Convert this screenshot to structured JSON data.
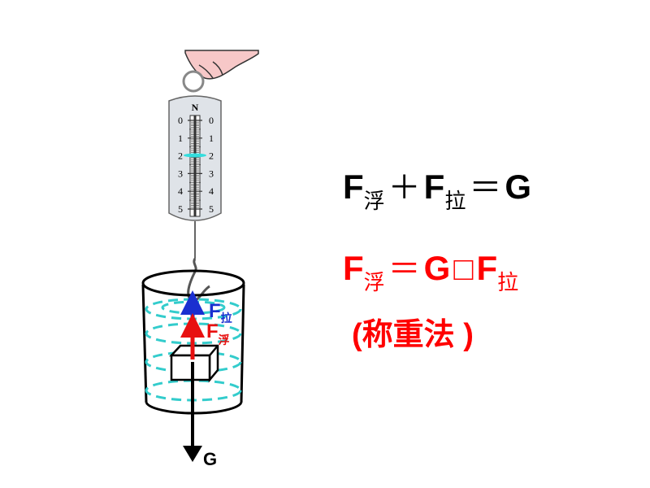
{
  "diagram": {
    "scale_unit": "N",
    "scale_ticks": [
      "0",
      "1",
      "2",
      "3",
      "4",
      "5"
    ],
    "reading_newtons": 2,
    "label_pull": {
      "main": "F",
      "sub": "拉"
    },
    "label_buoyant": {
      "main": "F",
      "sub": "浮"
    },
    "label_gravity": "G",
    "colors": {
      "pull": "#1a2fd0",
      "buoyant": "#e81010",
      "gravity": "#000000",
      "water": "#33cccc"
    }
  },
  "equation1": {
    "f1": "F",
    "s1": "浮",
    "op1": "＋",
    "f2": "F",
    "s2": "拉",
    "op2": "＝",
    "g": "G"
  },
  "equation2": {
    "f1": "F",
    "s1": "浮",
    "op1": "＝",
    "g": "G",
    "op2": "□",
    "f2": "F",
    "s2": "拉"
  },
  "method": "(称重法 )"
}
